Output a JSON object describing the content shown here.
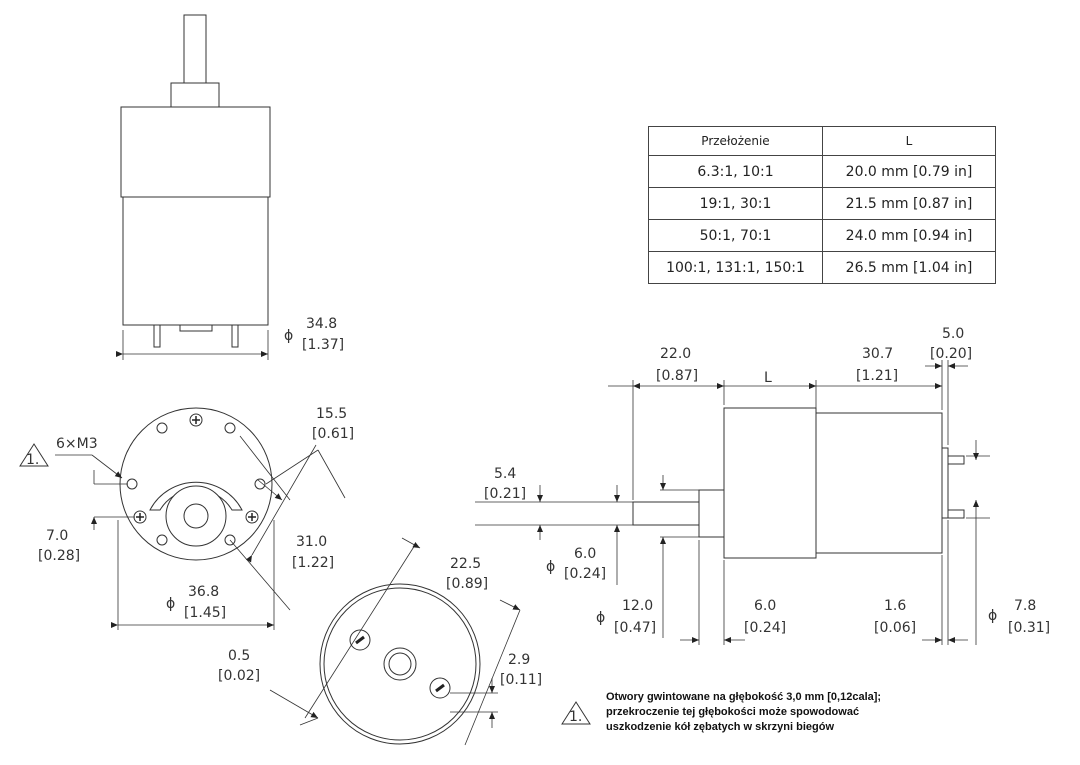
{
  "table": {
    "headers": [
      "Przełożenie",
      "L"
    ],
    "rows": [
      {
        "ratio": "6.3:1, 10:1",
        "length": "20.0 mm [0.79 in]"
      },
      {
        "ratio": "19:1, 30:1",
        "length": "21.5 mm [0.87 in]"
      },
      {
        "ratio": "50:1, 70:1",
        "length": "24.0 mm [0.94 in]"
      },
      {
        "ratio": "100:1, 131:1, 150:1",
        "length": "26.5 mm [1.04 in]"
      }
    ]
  },
  "dims": {
    "d348": {
      "mm": "34.8",
      "in": "[1.37]"
    },
    "d155": {
      "mm": "15.5",
      "in": "[0.61]"
    },
    "m3": "6×M3",
    "d70": {
      "mm": "7.0",
      "in": "[0.28]"
    },
    "d310": {
      "mm": "31.0",
      "in": "[1.22]"
    },
    "d368": {
      "mm": "36.8",
      "in": "[1.45]"
    },
    "d225": {
      "mm": "22.5",
      "in": "[0.89]"
    },
    "d05": {
      "mm": "0.5",
      "in": "[0.02]"
    },
    "d29": {
      "mm": "2.9",
      "in": "[0.11]"
    },
    "d220": {
      "mm": "22.0",
      "in": "[0.87]"
    },
    "L": "L",
    "d307": {
      "mm": "30.7",
      "in": "[1.21]"
    },
    "d50": {
      "mm": "5.0",
      "in": "[0.20]"
    },
    "d54": {
      "mm": "5.4",
      "in": "[0.21]"
    },
    "d60dia": {
      "mm": "6.0",
      "in": "[0.24]"
    },
    "d120": {
      "mm": "12.0",
      "in": "[0.47]"
    },
    "d60": {
      "mm": "6.0",
      "in": "[0.24]"
    },
    "d16": {
      "mm": "1.6",
      "in": "[0.06]"
    },
    "d78": {
      "mm": "7.8",
      "in": "[0.31]"
    },
    "phi": "ϕ"
  },
  "note": {
    "marker": "1.",
    "lines": [
      "Otwory gwintowane na głębokość 3,0 mm [0,12cala];",
      "przekroczenie tej głębokości może spowodować",
      "uszkodzenie kół zębatych w skrzyni biegów"
    ]
  }
}
